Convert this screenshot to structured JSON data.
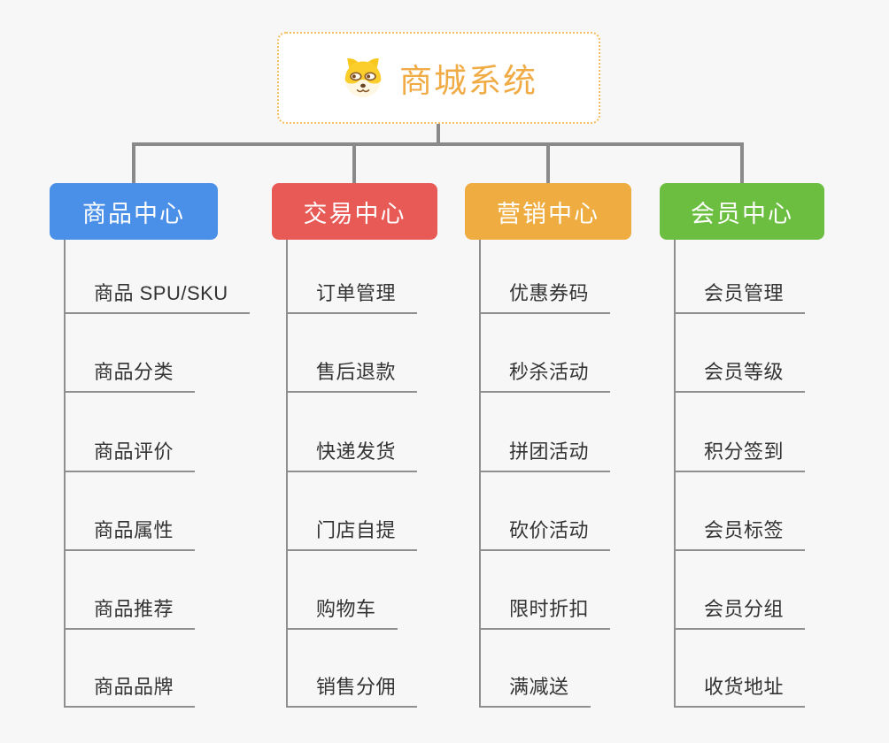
{
  "page": {
    "background": "#f7f7f7",
    "connector_color": "#8a8a8a"
  },
  "root": {
    "title": "商城系统",
    "icon": "shiba-dog-icon",
    "title_color": "#f0ab45",
    "border_color": "#f5bd5e"
  },
  "branches": [
    {
      "label": "商品中心",
      "color": "#4a8fe8",
      "items": [
        "商品 SPU/SKU",
        "商品分类",
        "商品评价",
        "商品属性",
        "商品推荐",
        "商品品牌"
      ]
    },
    {
      "label": "交易中心",
      "color": "#e75a55",
      "items": [
        "订单管理",
        "售后退款",
        "快递发货",
        "门店自提",
        "购物车",
        "销售分佣"
      ]
    },
    {
      "label": "营销中心",
      "color": "#efad41",
      "items": [
        "优惠券码",
        "秒杀活动",
        "拼团活动",
        "砍价活动",
        "限时折扣",
        "满减送"
      ]
    },
    {
      "label": "会员中心",
      "color": "#6bbe3f",
      "items": [
        "会员管理",
        "会员等级",
        "积分签到",
        "会员标签",
        "会员分组",
        "收货地址"
      ]
    }
  ]
}
